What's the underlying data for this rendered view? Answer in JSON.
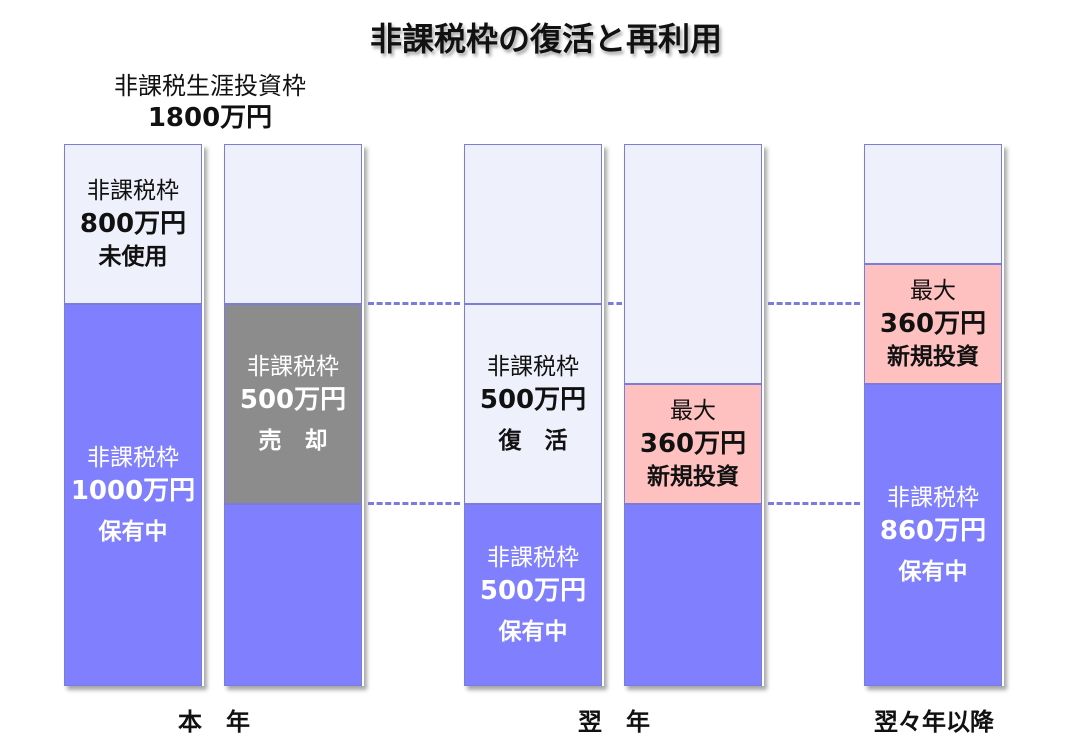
{
  "title": "非課税枠の復活と再利用",
  "limit": {
    "line1": "非課税生涯投資枠",
    "line2": "1800万円"
  },
  "col1": {
    "unused": {
      "l1": "非課税枠",
      "l2": "800万円",
      "l3": "未使用"
    },
    "held": {
      "l1": "非課税枠",
      "l2": "1000万円",
      "l3": "保有中"
    }
  },
  "col2": {
    "sold": {
      "l1": "非課税枠",
      "l2": "500万円",
      "l3": "売　却"
    }
  },
  "col3": {
    "revived": {
      "l1": "非課税枠",
      "l2": "500万円",
      "l3": "復　活"
    },
    "held": {
      "l1": "非課税枠",
      "l2": "500万円",
      "l3": "保有中"
    }
  },
  "col4": {
    "new": {
      "l1": "最大",
      "l2": "360万円",
      "l3": "新規投資"
    }
  },
  "col5": {
    "new": {
      "l1": "最大",
      "l2": "360万円",
      "l3": "新規投資"
    },
    "held": {
      "l1": "非課税枠",
      "l2": "860万円",
      "l3": "保有中"
    }
  },
  "footer": {
    "this_year": "本　年",
    "next_year": "翌　年",
    "after": "翌々年以降"
  },
  "colors": {
    "held": "#8080ff",
    "empty": "#eef0fb",
    "sold": "#8c8c8c",
    "new": "#ffc0c0"
  }
}
